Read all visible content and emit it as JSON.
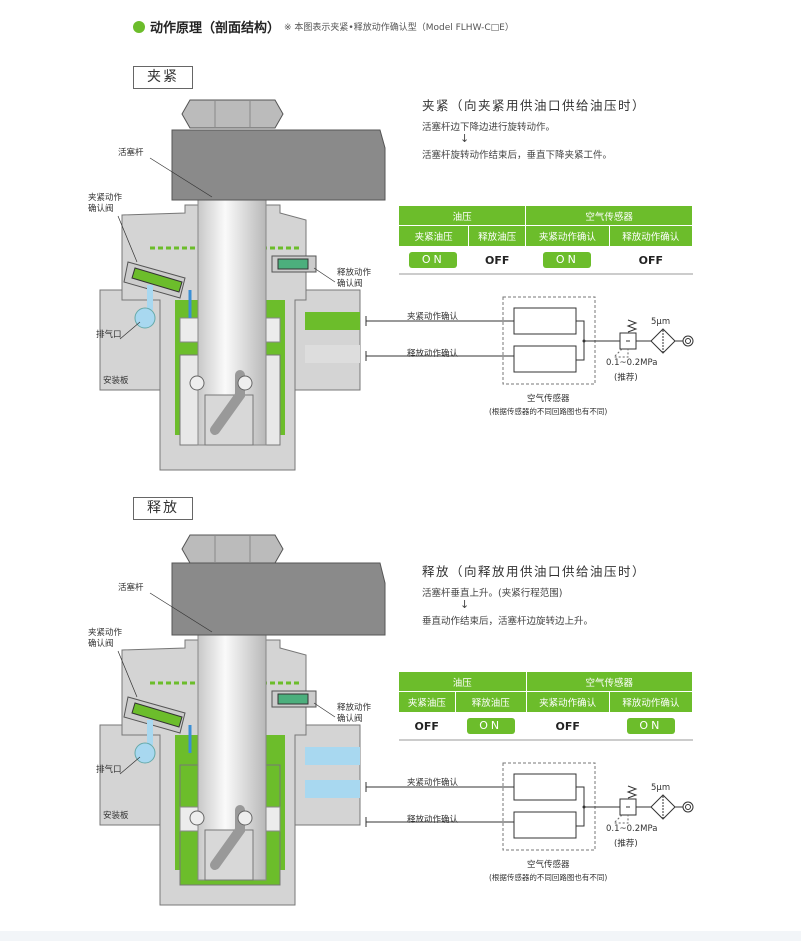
{
  "header": {
    "title": "动作原理（剖面结构）",
    "note": "※ 本图表示夹紧•释放动作确认型（Model FLHW-C□E）"
  },
  "colors": {
    "accent": "#6cbd2b",
    "blue": "#3a8fd6"
  },
  "labels": {
    "piston_rod": "活塞杆",
    "clamp_valve": [
      "夹紧动作",
      "确认阀"
    ],
    "release_valve": [
      "释放动作",
      "确认阀"
    ],
    "exhaust_port": "排气口",
    "mounting_plate": "安装板"
  },
  "circuit": {
    "clamp_confirm": "夹紧动作确认",
    "release_confirm": "释放动作确认",
    "filter": "5μm",
    "pressure": "0.1~0.2MPa",
    "recommended": "(推荐)",
    "sensor": "空气传感器",
    "sensor_note": "(根据传感器的不同回路图也有不同)"
  },
  "table_headers": {
    "group1": "油压",
    "group2": "空气传感器",
    "cols": [
      "夹紧油压",
      "释放油压",
      "夹紧动作确认",
      "释放动作确认"
    ]
  },
  "sections": [
    {
      "mode": "夹紧",
      "title": "夹紧（向夹紧用供油口供给油压时）",
      "line1": "活塞杆边下降边进行旋转动作。",
      "arrow": "↓",
      "line2": "活塞杆旋转动作结束后，垂直下降夹紧工件。",
      "values": [
        "ON",
        "OFF",
        "ON",
        "OFF"
      ]
    },
    {
      "mode": "释放",
      "title": "释放（向释放用供油口供给油压时）",
      "line1": "活塞杆垂直上升。(夹紧行程范围)",
      "arrow": "↓",
      "line2": "垂直动作结束后，活塞杆边旋转边上升。",
      "values": [
        "OFF",
        "ON",
        "OFF",
        "ON"
      ]
    }
  ]
}
